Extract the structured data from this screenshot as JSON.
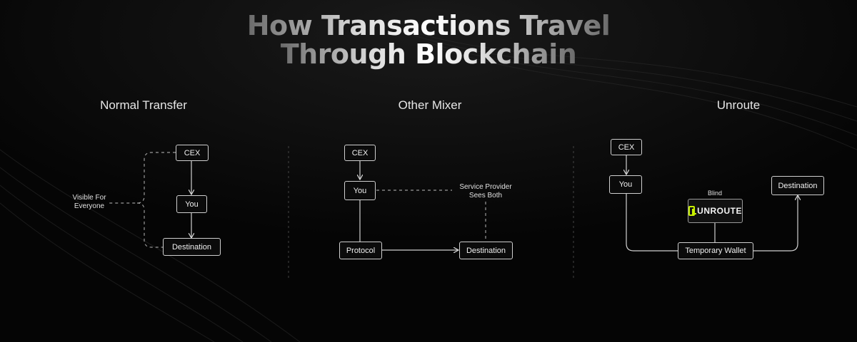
{
  "title_line1": "How Transactions Travel",
  "title_line2": "Through Blockchain",
  "colors": {
    "background": "#050505",
    "line": "#d0d0d0",
    "logo_accent": "#c8f000"
  },
  "sections": {
    "normal": {
      "title": "Normal Transfer",
      "cex": "CEX",
      "you": "You",
      "destination": "Destination",
      "note_line1": "Visible For",
      "note_line2": "Everyone"
    },
    "mixer": {
      "title": "Other Mixer",
      "cex": "CEX",
      "you": "You",
      "protocol": "Protocol",
      "destination": "Destination",
      "note_line1": "Service Provider",
      "note_line2": "Sees Both"
    },
    "unroute": {
      "title": "Unroute",
      "cex": "CEX",
      "you": "You",
      "blind": "Blind",
      "logo_text": "UNROUTE",
      "wallet": "Temporary Wallet",
      "destination": "Destination"
    }
  }
}
